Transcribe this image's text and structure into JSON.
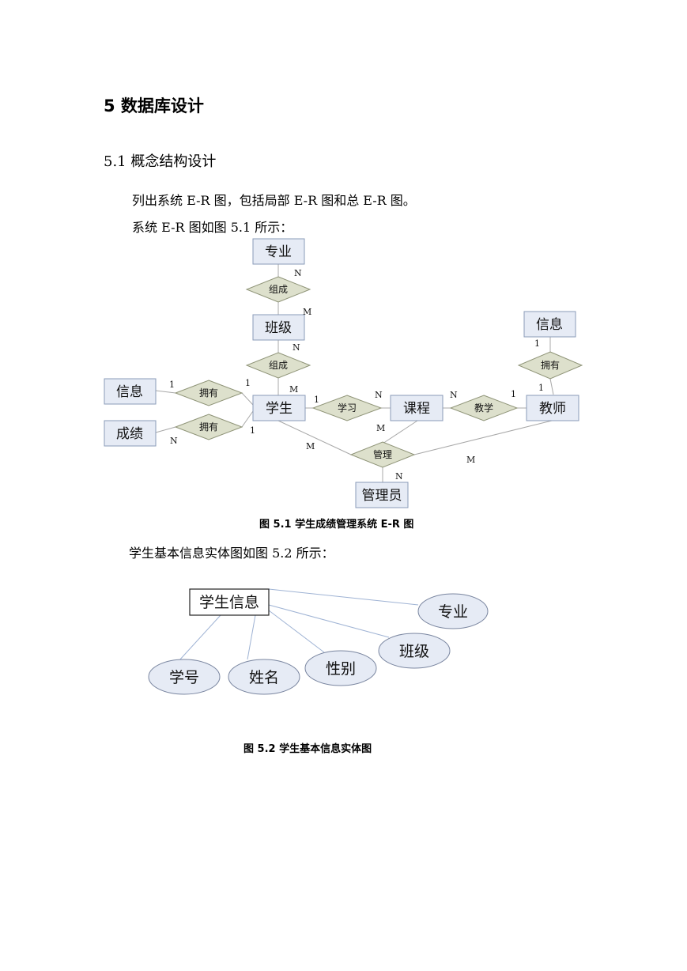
{
  "heading1": "5  数据库设计",
  "heading2": "5.1 概念结构设计",
  "para1": "列出系统 E-R 图，包括局部 E-R 图和总 E-R 图。",
  "para2": "系统 E-R 图如图 5.1 所示：",
  "fig1": {
    "entities": {
      "major": "专业",
      "class": "班级",
      "student": "学生",
      "course": "课程",
      "teacher": "教师",
      "admin": "管理员",
      "info_left": "信息",
      "grade": "成绩",
      "info_right": "信息"
    },
    "relations": {
      "compose_top": "组成",
      "compose_mid": "组成",
      "own_info": "拥有",
      "own_grade": "拥有",
      "study": "学习",
      "teach": "教学",
      "own_teacher": "拥有",
      "manage": "管理"
    },
    "cardinalities": {
      "major_compose": "N",
      "compose_class": "M",
      "class_compose": "N",
      "compose_student": "M",
      "info_own": "1",
      "own_student_1": "1",
      "grade_own": "N",
      "own_student_2": "1",
      "student_study": "1",
      "study_course": "N",
      "course_teach": "N",
      "teach_teacher": "1",
      "info_r_own": "1",
      "own_teacher": "1",
      "student_manage": "M",
      "course_manage": "M",
      "teacher_manage": "M",
      "manage_admin": "N"
    },
    "caption": "图 5.1  学生成绩管理系统 E-R 图"
  },
  "para3": "学生基本信息实体图如图 5.2 所示：",
  "fig2": {
    "entity": "学生信息",
    "attributes": {
      "major": "专业",
      "class": "班级",
      "gender": "性别",
      "name": "姓名",
      "id": "学号"
    },
    "caption": "图 5.2  学生基本信息实体图"
  }
}
